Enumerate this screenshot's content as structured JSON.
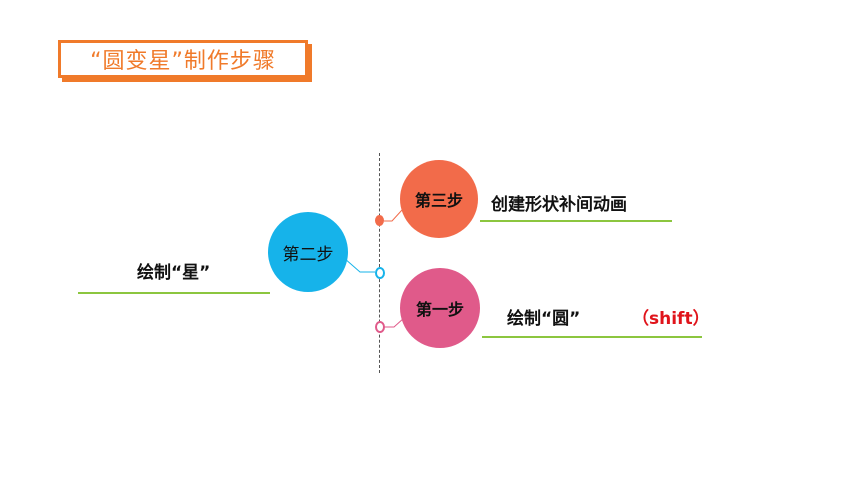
{
  "title": "“圆变星”制作步骤",
  "steps": {
    "step2": {
      "circle": "第二步",
      "label": "绘制“星”"
    },
    "step3": {
      "circle": "第三步",
      "label": "创建形状补间动画"
    },
    "step1": {
      "circle": "第一步",
      "label": "绘制“圆”",
      "note": "（shift）"
    }
  },
  "colors": {
    "title": "#f07a2a",
    "step1": "#e05a8a",
    "step2": "#16b3ea",
    "step3": "#f26b4a",
    "underline": "#8cc63f",
    "note": "#e0141b"
  }
}
